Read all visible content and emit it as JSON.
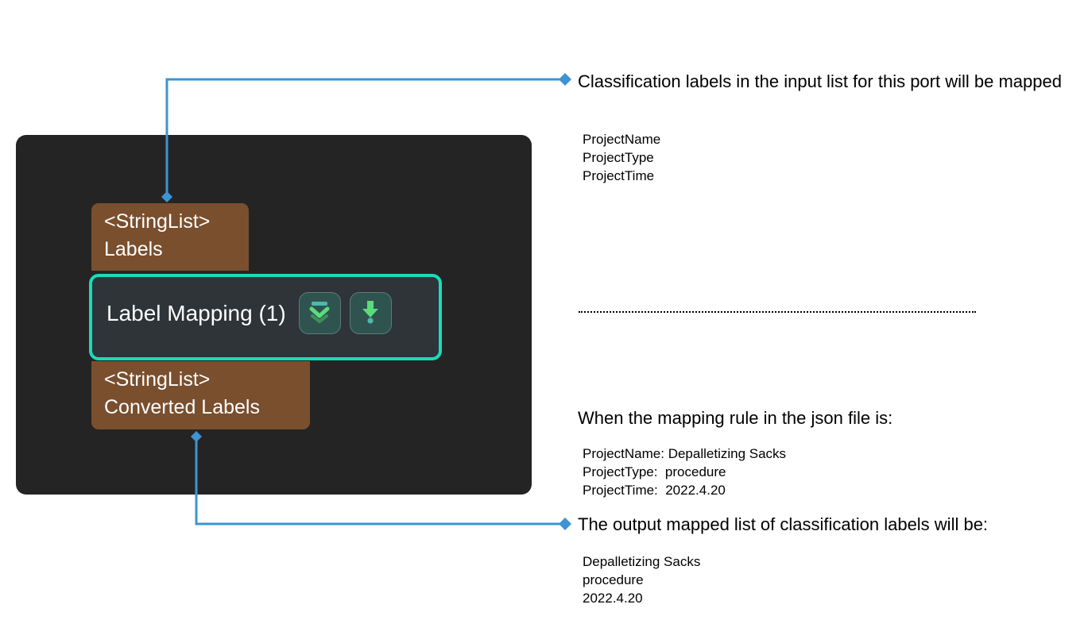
{
  "colors": {
    "canvas_panel": "#242424",
    "port_brown": "#7a4f2e",
    "node_border_teal": "#19dcba",
    "node_body": "#2e3438",
    "connector_blue": "#3d94d3",
    "icon_green": "#5cdb7b",
    "icon_teal": "#4db8b0",
    "button_face": "#2f5450",
    "text_light": "#ffffff",
    "text_dark": "#000000"
  },
  "node": {
    "input_port": {
      "type": "<StringList>",
      "name": "Labels"
    },
    "output_port": {
      "type": "<StringList>",
      "name": "Converted Labels"
    },
    "title": "Label Mapping (1)",
    "buttons": [
      {
        "icon": "collapse-double-chevron-down-icon",
        "label": ""
      },
      {
        "icon": "import-download-arrow-icon",
        "label": ""
      }
    ]
  },
  "annotations": {
    "input_callout": {
      "heading": "Classification labels in the input list for this port will be mapped",
      "items": [
        "ProjectName",
        "ProjectType",
        "ProjectTime"
      ]
    },
    "mapping_rule": {
      "heading": "When the mapping rule in the json file is:",
      "items": [
        "ProjectName: Depalletizing Sacks",
        "ProjectType:  procedure",
        "ProjectTime:  2022.4.20"
      ]
    },
    "output_callout": {
      "heading": "The output mapped list of classification labels will be:",
      "items": [
        "Depalletizing Sacks",
        "procedure",
        "2022.4.20"
      ]
    }
  }
}
